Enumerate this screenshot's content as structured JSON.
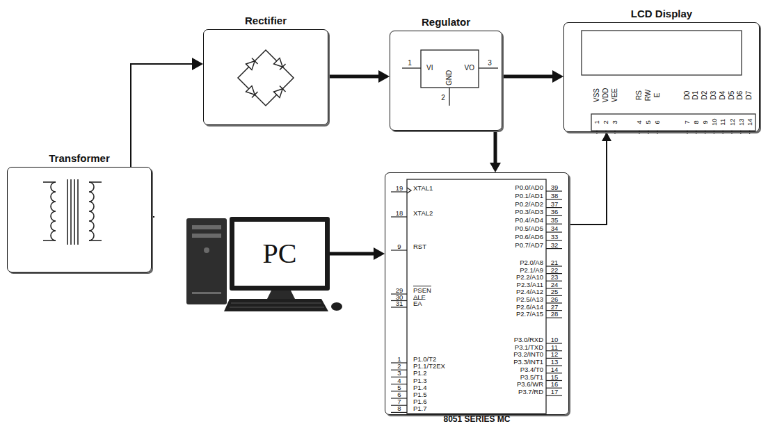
{
  "diagram": {
    "nodes": [
      {
        "text": [
          "Transformer"
        ]
      },
      {
        "text": [
          "Rectifier"
        ]
      },
      {
        "text": [
          "Regulator"
        ]
      },
      {
        "text": [
          "LCD Display"
        ]
      },
      {
        "text": [
          "PC"
        ]
      },
      {
        "text": [
          "8051 SERIES MC"
        ]
      }
    ],
    "edges": [
      {
        "from": 0,
        "to": 1,
        "arrow": "to"
      },
      {
        "from": 1,
        "to": 2,
        "arrow": "to"
      },
      {
        "from": 2,
        "to": 3,
        "arrow": "to"
      },
      {
        "from": 2,
        "to": 5,
        "arrow": "to"
      },
      {
        "from": 4,
        "to": 5,
        "arrow": "to"
      },
      {
        "from": 5,
        "to": 3,
        "arrow": "to"
      }
    ],
    "labels": [
      "1",
      "VI",
      "VO",
      "3",
      "GND",
      "2",
      "VSS",
      "VDD",
      "VEE",
      "RS",
      "RW",
      "E",
      "D0",
      "D1",
      "D2",
      "D3",
      "D4",
      "D5",
      "D6",
      "D7",
      "1",
      "2",
      "3",
      "4",
      "5",
      "6",
      "7",
      "8",
      "9",
      "10",
      "11",
      "12",
      "13",
      "14",
      "19",
      "XTAL1",
      "18",
      "XTAL2",
      "9",
      "RST",
      "29",
      "PSEN",
      "30",
      "ALE",
      "31",
      "EA",
      "1",
      "P1.0/T2",
      "2",
      "P1.1/T2EX",
      "3",
      "P1.2",
      "4",
      "P1.3",
      "5",
      "P1.4",
      "6",
      "P1.5",
      "7",
      "P1.6",
      "8",
      "P1.7",
      "P0.0/AD0",
      "39",
      "P0.1/AD1",
      "38",
      "P0.2/AD2",
      "37",
      "P0.3/AD3",
      "36",
      "P0.4/AD4",
      "35",
      "P0.5/AD5",
      "34",
      "P0.6/AD6",
      "33",
      "P0.7/AD7",
      "32",
      "P2.0/A8",
      "21",
      "P2.1/A9",
      "22",
      "P2.2/A10",
      "23",
      "P2.3/A11",
      "24",
      "P2.4/A12",
      "25",
      "P2.5/A13",
      "26",
      "P2.6/A14",
      "27",
      "P2.7/A15",
      "28",
      "P3.0/RXD",
      "10",
      "P3.1/TXD",
      "11",
      "P3.2/INT0",
      "12",
      "P3.3/INT1",
      "13",
      "P3.4/T0",
      "14",
      "P3.5/T1",
      "15",
      "P3.6/WR",
      "16",
      "P3.7/RD",
      "17"
    ]
  }
}
